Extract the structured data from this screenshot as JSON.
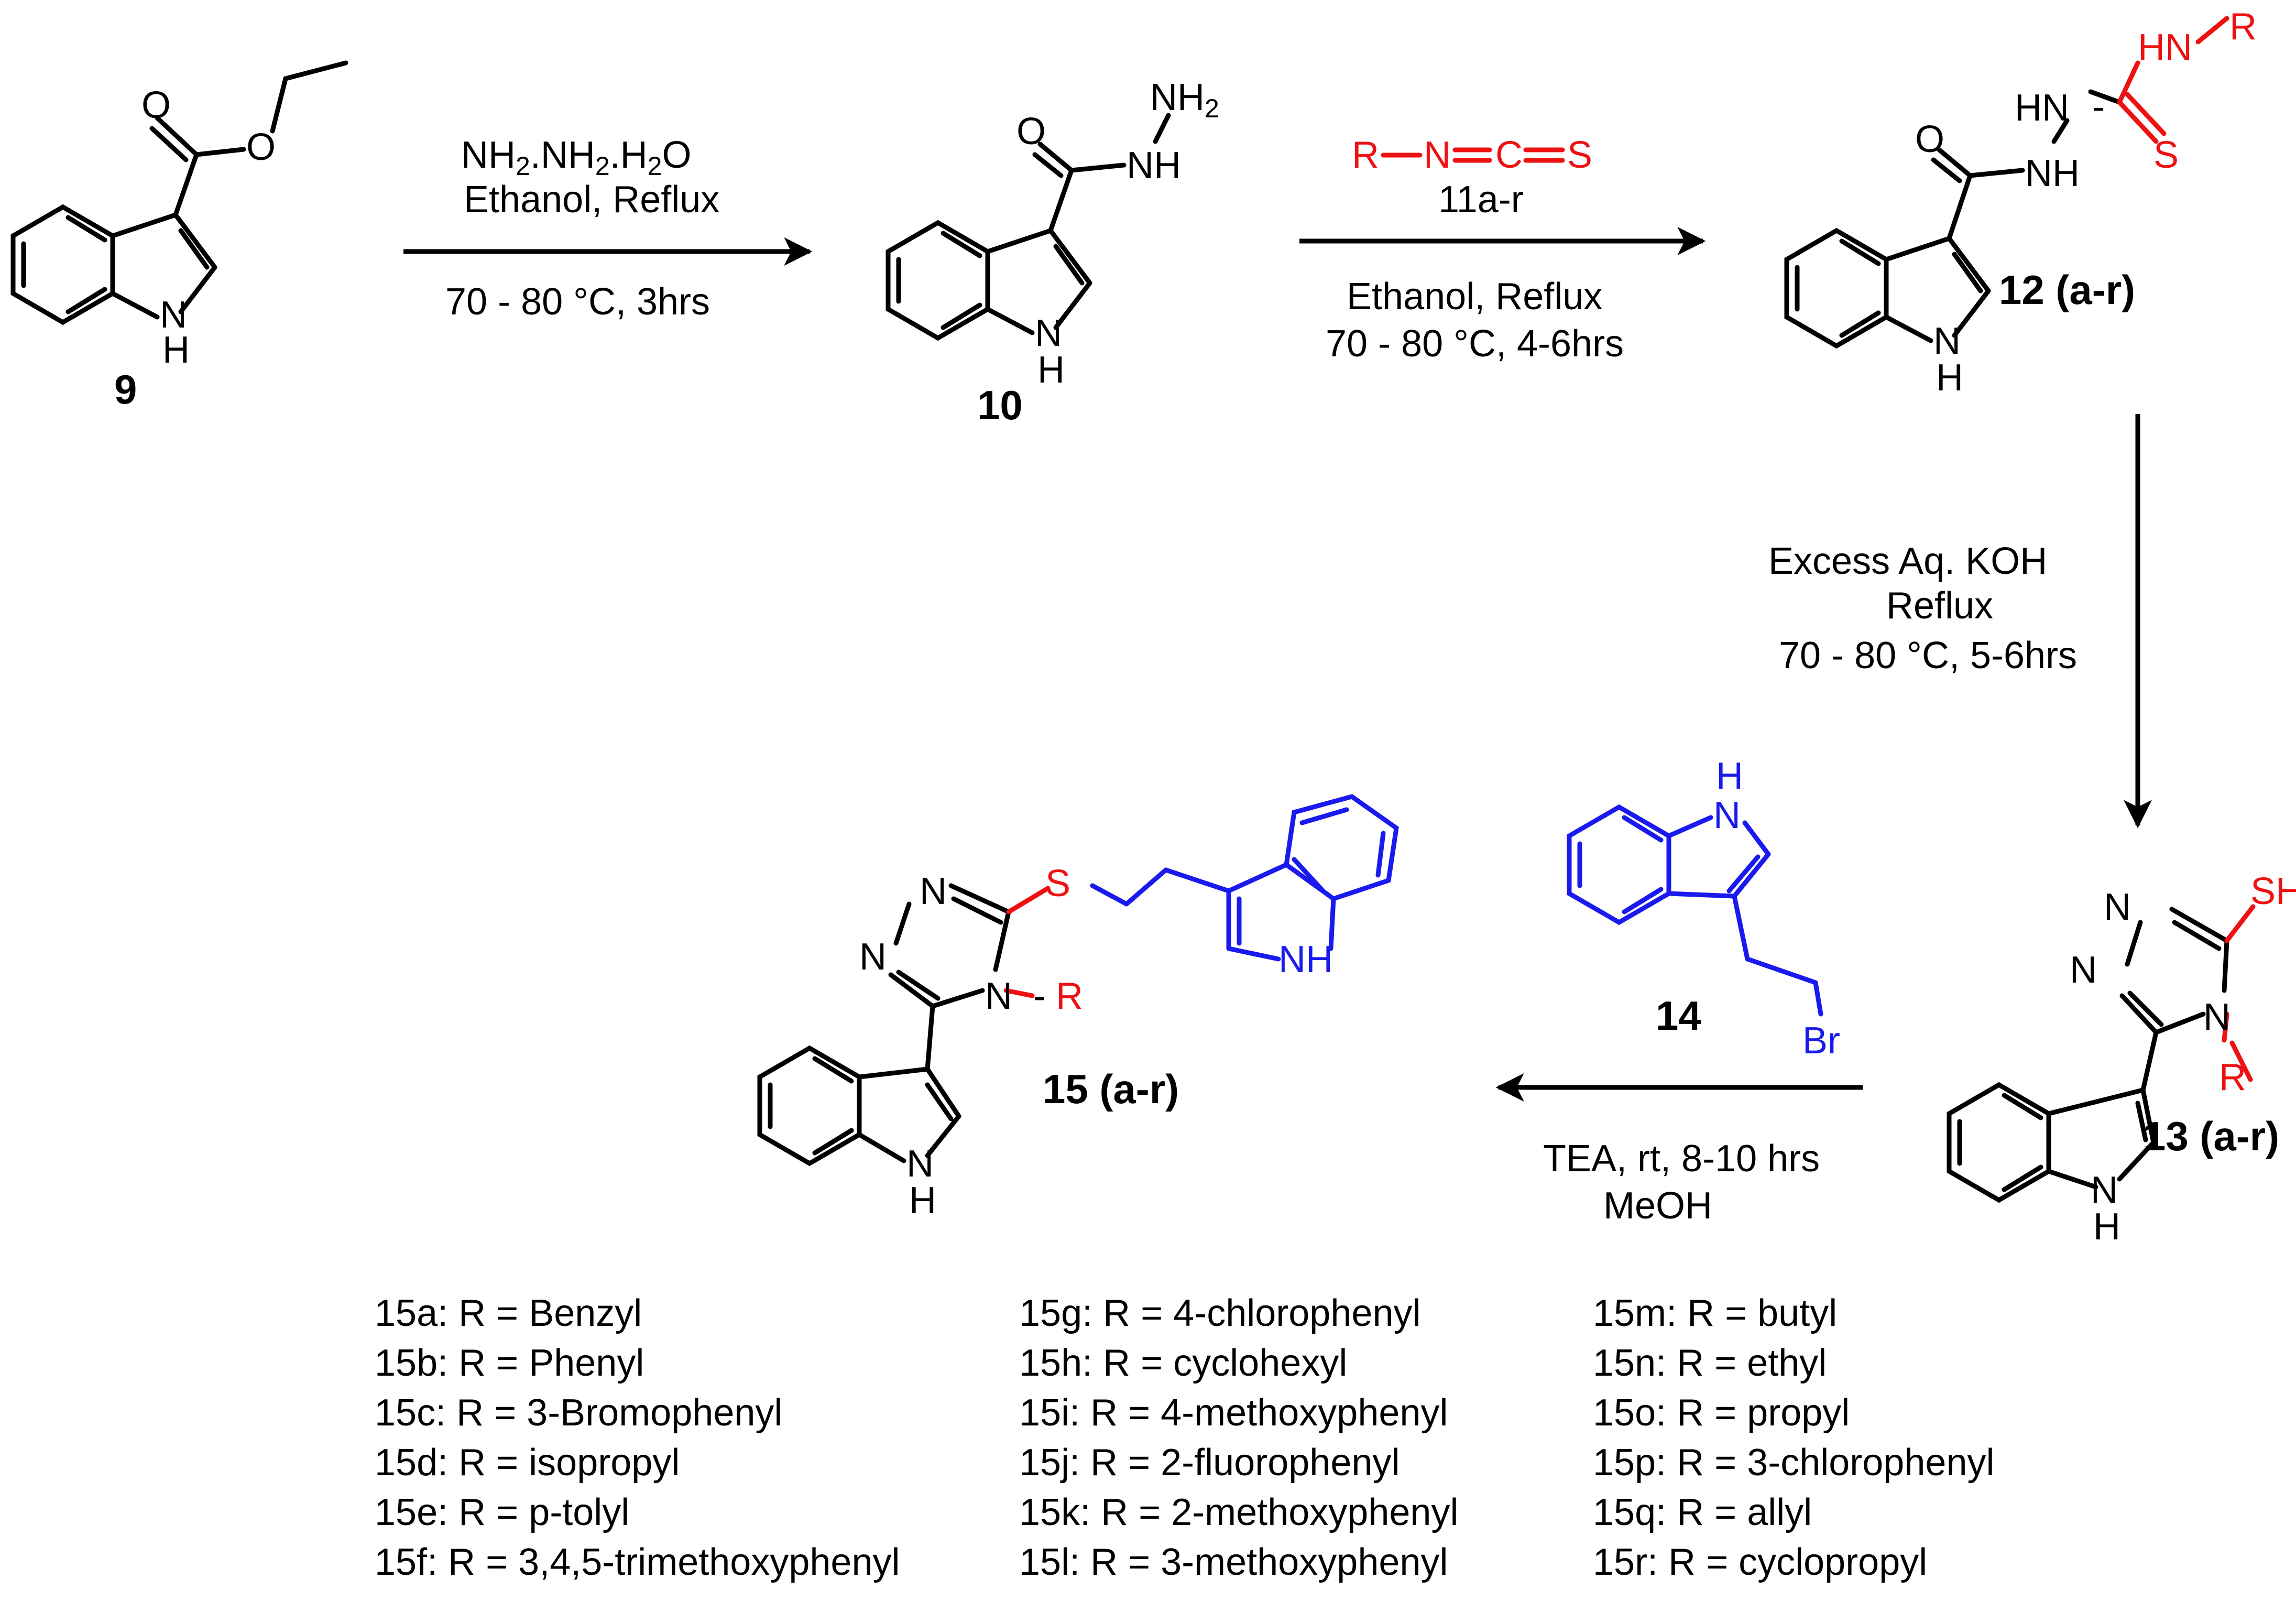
{
  "colors": {
    "black": "#000000",
    "red": "#ee1111",
    "blue": "#1a1aee"
  },
  "compounds": {
    "c9": {
      "label": "9"
    },
    "c10": {
      "label": "10"
    },
    "c12": {
      "label": "12 (a-r)"
    },
    "c13": {
      "label": "13 (a-r)"
    },
    "c14": {
      "label": "14"
    },
    "c15": {
      "label": "15 (a-r)"
    }
  },
  "atoms": {
    "O": "O",
    "N": "N",
    "H": "H",
    "NH": "NH",
    "HN": "HN",
    "HN_hyphen": "HN",
    "NH2": "NH",
    "two": "2",
    "S": "S",
    "SH": "SH",
    "R": "R",
    "Br": "Br",
    "hyphen": "-",
    "iso_R": "R",
    "iso_N": "N",
    "iso_C": "C",
    "iso_S": "S"
  },
  "steps": {
    "step1": {
      "reagent_parts": [
        "NH",
        "2",
        ".NH",
        "2",
        ".H",
        "2",
        "O"
      ],
      "line2": "Ethanol, Reflux",
      "line3": "70 - 80 °C, 3hrs"
    },
    "step2": {
      "reagent_label": "11a-r",
      "line2": "Ethanol, Reflux",
      "line3": "70 - 80 °C, 4-6hrs"
    },
    "step3": {
      "line1": "Excess Aq. KOH",
      "line2": "Reflux",
      "line3": "70 - 80 °C, 5-6hrs"
    },
    "step4": {
      "line1": "TEA, rt, 8-10 hrs",
      "line2": "MeOH"
    }
  },
  "substituents": {
    "col1": [
      "15a: R = Benzyl",
      "15b: R = Phenyl",
      "15c: R = 3-Bromophenyl",
      "15d: R = isopropyl",
      "15e: R = p-tolyl",
      "15f: R = 3,4,5-trimethoxyphenyl"
    ],
    "col2": [
      "15g: R = 4-chlorophenyl",
      "15h: R = cyclohexyl",
      "15i: R = 4-methoxyphenyl",
      "15j: R = 2-fluorophenyl",
      "15k: R = 2-methoxyphenyl",
      "15l: R = 3-methoxyphenyl"
    ],
    "col3": [
      "15m: R = butyl",
      "15n: R = ethyl",
      "15o: R = propyl",
      "15p: R = 3-chlorophenyl",
      "15q: R = allyl",
      "15r: R = cyclopropyl"
    ]
  }
}
